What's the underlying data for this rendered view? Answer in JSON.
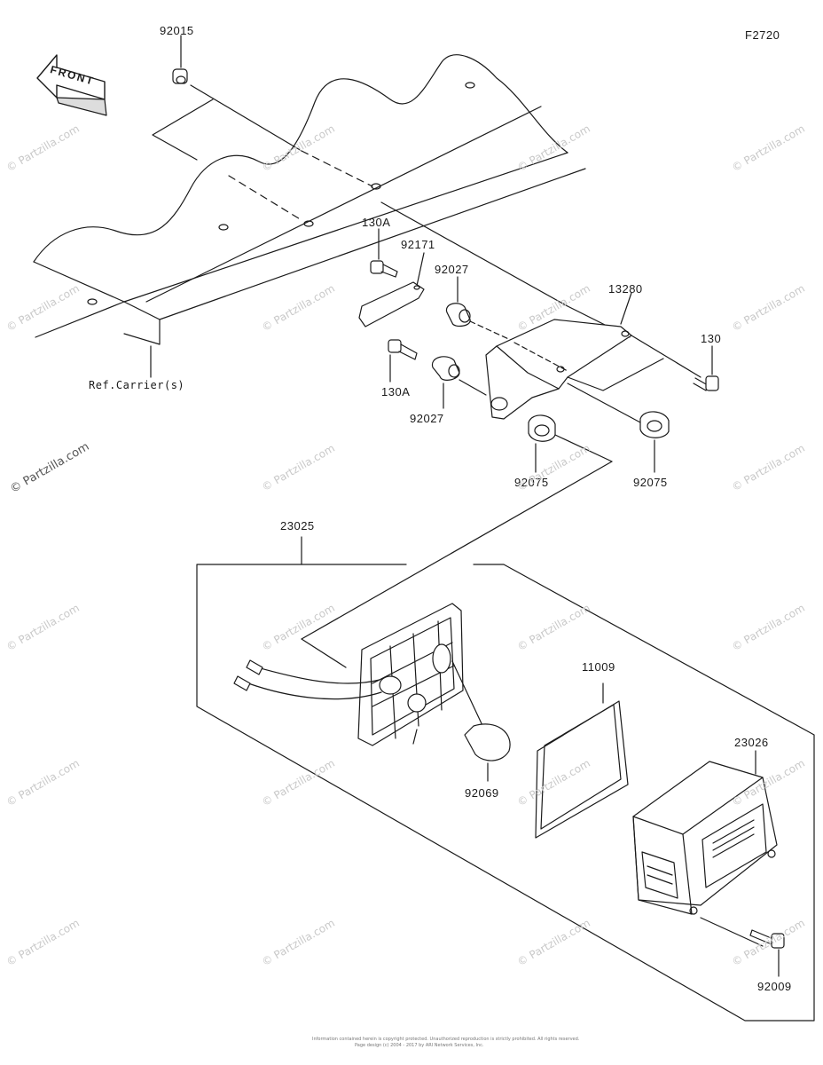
{
  "figure_code": "F2720",
  "front_label": "FRONT",
  "ref_label": "Ref.Carrier(s)",
  "watermark": "© Partzilla.com",
  "footer": {
    "line1": "Information contained herein is copyright protected. Unauthorized reproduction is strictly prohibited. All rights reserved.",
    "line2": "Page design (c) 2004 - 2017 by ARI Network Services, Inc."
  },
  "callouts": {
    "p92015": "92015",
    "p130A_top": "130A",
    "p92171": "92171",
    "p92027_top": "92027",
    "p13280": "13280",
    "p130": "130",
    "p130A_bottom": "130A",
    "p92027_bottom": "92027",
    "p92075_left": "92075",
    "p92075_right": "92075",
    "p23025": "23025",
    "p11009": "11009",
    "p23026": "23026",
    "p92069": "92069",
    "p92009": "92009"
  },
  "colors": {
    "line": "#1a1a1a",
    "watermark": "#c9c9c9",
    "background": "#ffffff"
  }
}
